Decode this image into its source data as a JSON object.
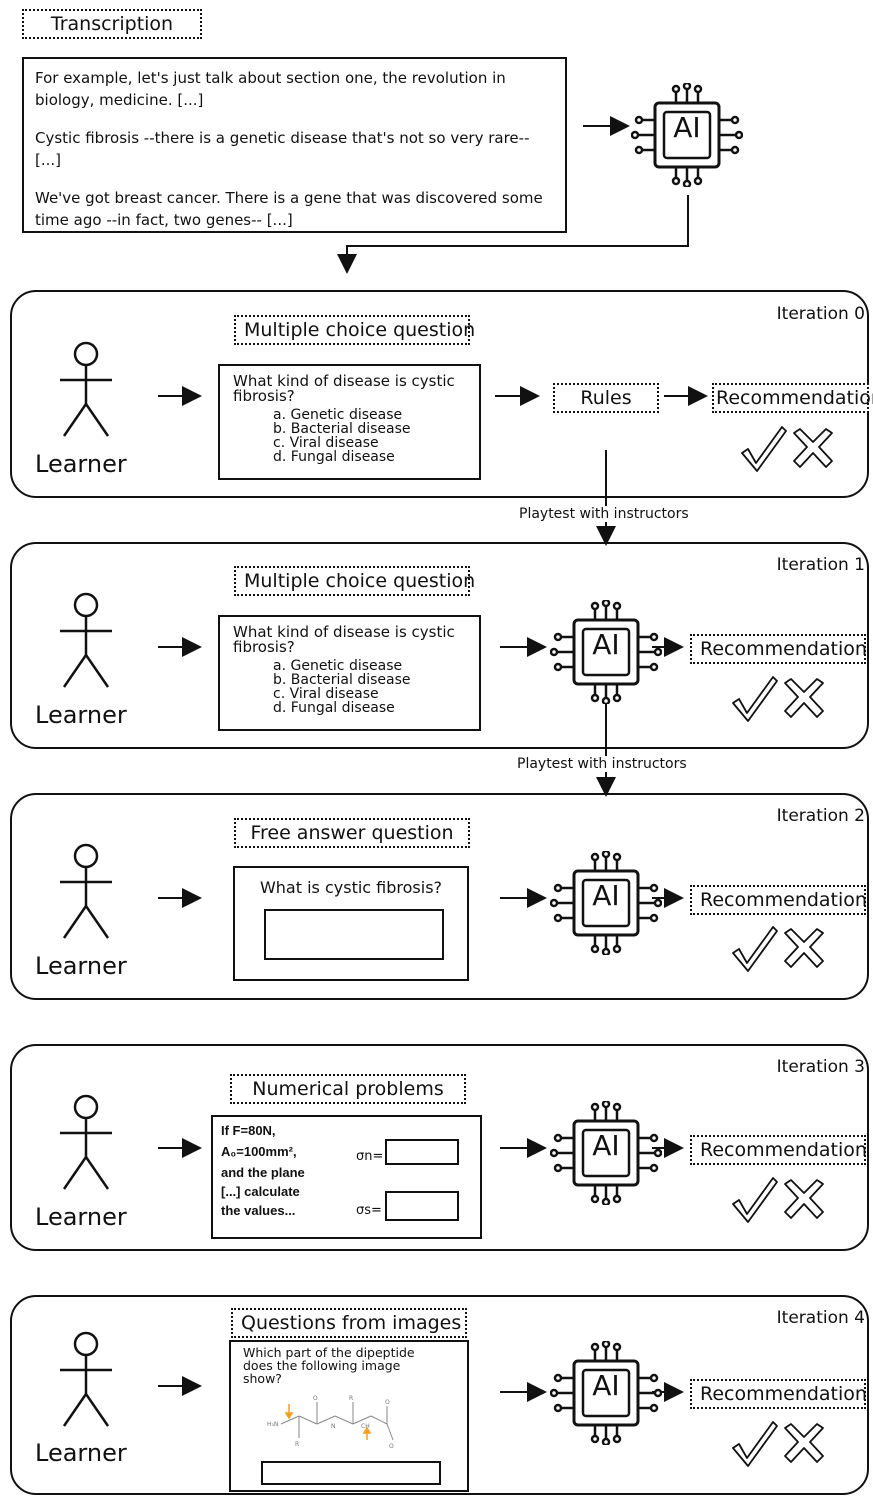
{
  "transcription": {
    "label": "Transcription",
    "paragraphs": [
      "For example, let's just talk about section one, the revolution in biology, medicine. [...]",
      "Cystic fibrosis --there is a genetic disease that's not so very rare-- [...]",
      "We've got breast cancer. There is a gene that was discovered some time ago --in fact, two genes-- [...]"
    ]
  },
  "ai_label": "AI",
  "learner_label": "Learner",
  "recommendation_label": "Recommendation",
  "rules_label": "Rules",
  "playtest_label": "Playtest with instructors",
  "mcq": {
    "question": "What kind of disease is cystic fibrosis?",
    "options": [
      "a. Genetic disease",
      "b. Bacterial disease",
      "c. Viral disease",
      "d. Fungal disease"
    ]
  },
  "iterations": [
    {
      "title": "Iteration 0",
      "type_label": "Multiple choice question"
    },
    {
      "title": "Iteration 1",
      "type_label": "Multiple choice question"
    },
    {
      "title": "Iteration 2",
      "type_label": "Free answer question",
      "question": "What is cystic fibrosis?"
    },
    {
      "title": "Iteration 3",
      "type_label": "Numerical problems",
      "lines": [
        "If F=80N,",
        "A₀=100mm²,",
        "and the plane",
        "[...] calculate",
        "the values..."
      ],
      "sigma_n": "σn=",
      "sigma_s": "σs="
    },
    {
      "title": "Iteration 4",
      "type_label": "Questions from images",
      "question": "Which part of the dipeptide does the following image show?"
    }
  ]
}
